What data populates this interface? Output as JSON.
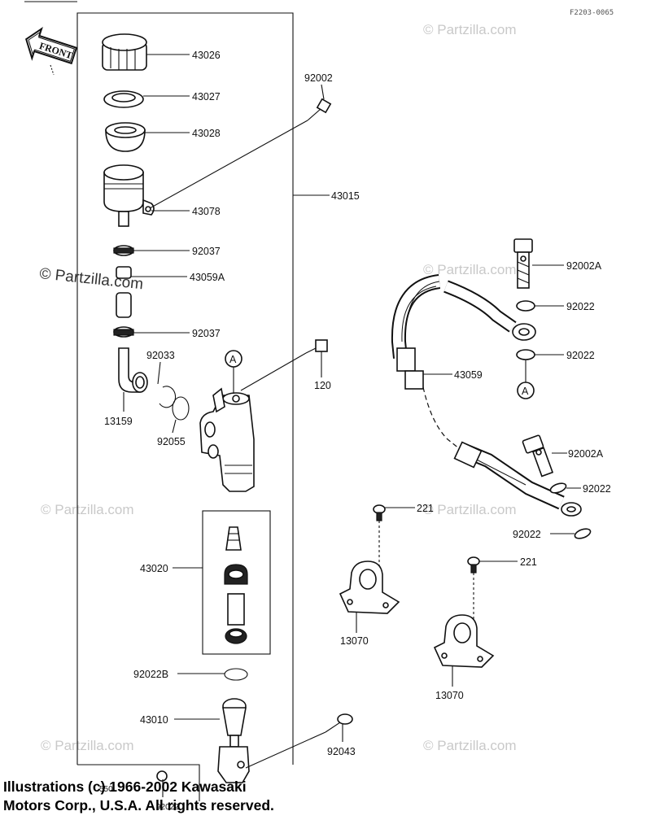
{
  "ref_code": "F2203-0065",
  "front_label": "FRONT",
  "watermark": "© Partzilla.com",
  "copyright_line1": "Illustrations (c) 1966-2002 Kawasaki",
  "copyright_line2": "Motors Corp., U.S.A.  All rights reserved.",
  "callout_A": "A",
  "labels": {
    "p43026": "43026",
    "p43027": "43027",
    "p43028": "43028",
    "p43078": "43078",
    "p92037a": "92037",
    "p43059A": "43059A",
    "p92037b": "92037",
    "p92033": "92033",
    "p13159": "13159",
    "p92055": "92055",
    "p120": "120",
    "p92002": "92002",
    "p43015": "43015",
    "p43020": "43020",
    "p92022B": "92022B",
    "p43010": "43010",
    "p92043": "92043",
    "p92002A_top": "92002A",
    "p92022_1": "92022",
    "p92022_2": "92022",
    "p43059": "43059",
    "p92002A_low": "92002A",
    "p92022_3": "92022",
    "p92022_4": "92022",
    "p221a": "221",
    "p221b": "221",
    "p13070a": "13070",
    "p13070b": "13070",
    "p550": "550",
    "p92022c": "92022"
  }
}
